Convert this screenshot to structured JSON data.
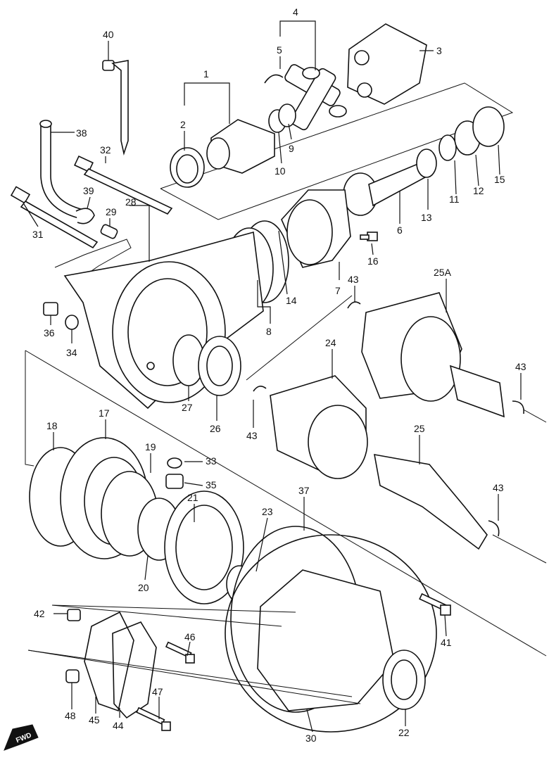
{
  "diagram": {
    "labels": [
      "40",
      "4",
      "5",
      "3",
      "1",
      "2",
      "9",
      "10",
      "38",
      "32",
      "39",
      "29",
      "28",
      "31",
      "6",
      "13",
      "11",
      "12",
      "15",
      "16",
      "14",
      "7",
      "8",
      "36",
      "34",
      "43",
      "25A",
      "24",
      "27",
      "26",
      "43",
      "17",
      "18",
      "19",
      "33",
      "35",
      "21",
      "23",
      "37",
      "25",
      "43",
      "43",
      "20",
      "42",
      "46",
      "41",
      "48",
      "45",
      "44",
      "47",
      "30",
      "22"
    ],
    "fwd_badge": "FWD"
  }
}
